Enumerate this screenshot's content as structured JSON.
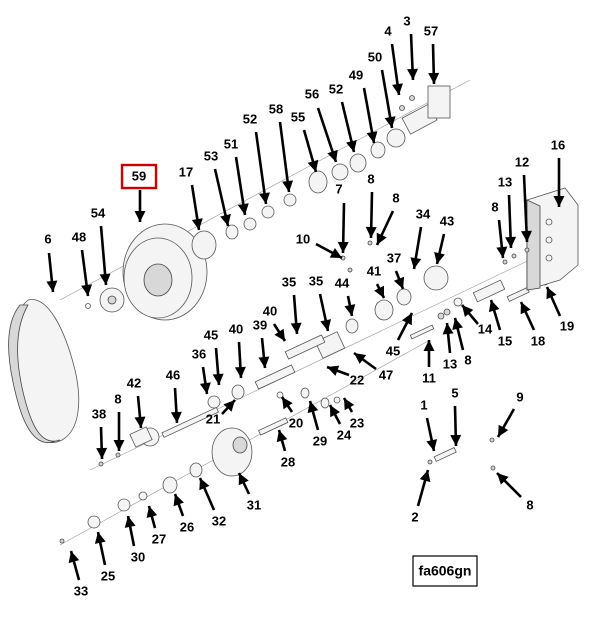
{
  "highlighted_part": "59",
  "figure_code": "fa606gn",
  "callouts": [
    "3",
    "4",
    "57",
    "50",
    "49",
    "52",
    "56",
    "55",
    "58",
    "52",
    "51",
    "53",
    "17",
    "59",
    "54",
    "48",
    "6",
    "7",
    "8",
    "8",
    "10",
    "34",
    "43",
    "37",
    "41",
    "44",
    "35",
    "35",
    "40",
    "39",
    "40",
    "45",
    "36",
    "42",
    "46",
    "8",
    "38",
    "21",
    "20",
    "29",
    "24",
    "23",
    "22",
    "47",
    "45",
    "28",
    "31",
    "32",
    "26",
    "27",
    "30",
    "25",
    "33",
    "11",
    "13",
    "8",
    "14",
    "15",
    "18",
    "19",
    "16",
    "13",
    "12",
    "8",
    "1",
    "5",
    "2",
    "9",
    "8"
  ],
  "colors": {
    "highlight": "#d00000",
    "leader": "#000000",
    "part_fill": "#f4f4f4"
  }
}
